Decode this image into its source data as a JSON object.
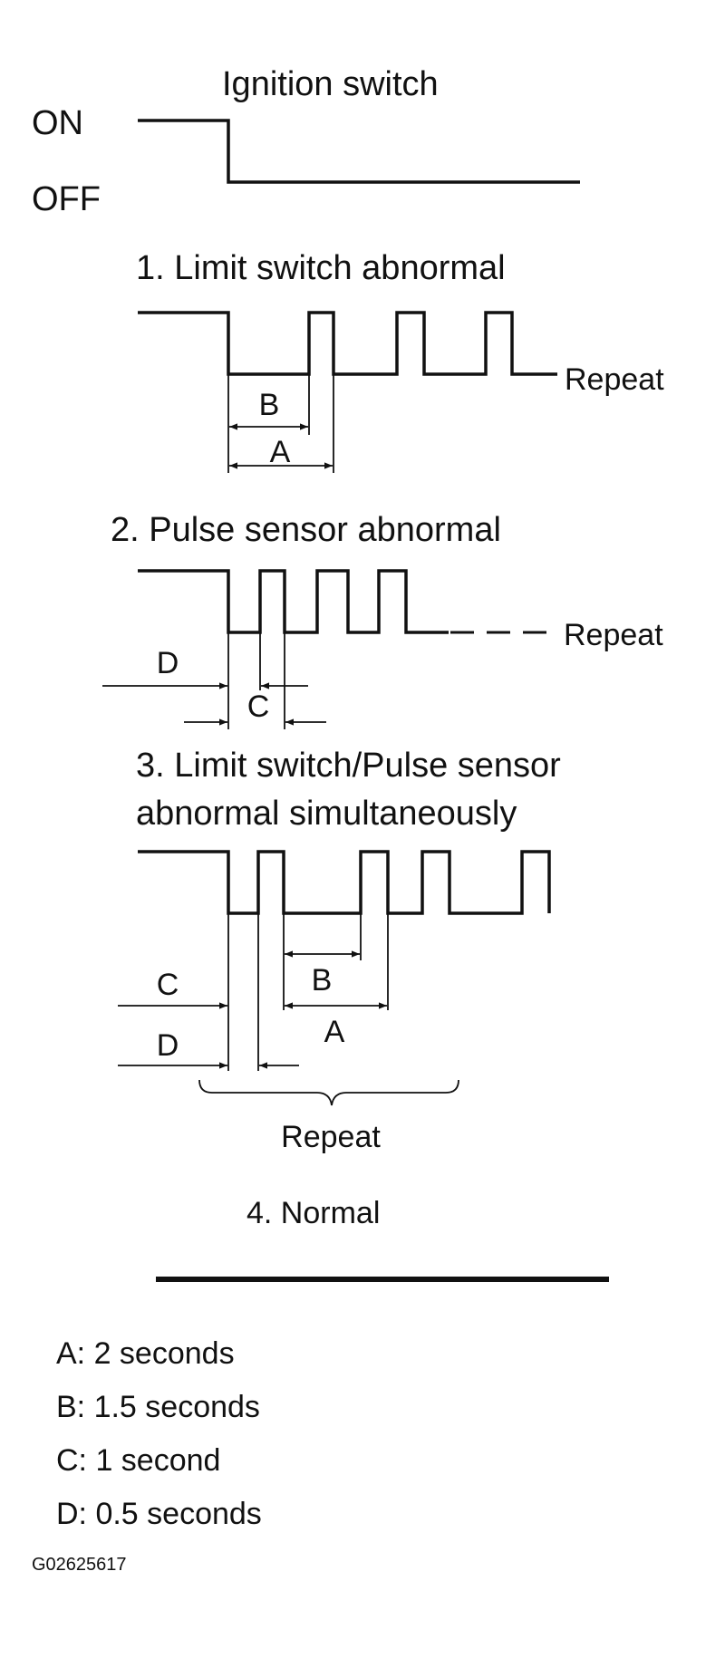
{
  "ignition": {
    "title": "Ignition switch",
    "on_label": "ON",
    "off_label": "OFF"
  },
  "sections": [
    {
      "title": "1. Limit switch abnormal",
      "repeat_label": "Repeat"
    },
    {
      "title": "2. Pulse sensor abnormal",
      "repeat_label": "Repeat"
    },
    {
      "title_line1": "3. Limit switch/Pulse sensor",
      "title_line2": "abnormal simultaneously",
      "repeat_label": "Repeat"
    },
    {
      "title": "4. Normal"
    }
  ],
  "interval_labels": {
    "a": "A",
    "b": "B",
    "c": "C",
    "d": "D"
  },
  "legend": [
    {
      "text": "A: 2 seconds"
    },
    {
      "text": "B: 1.5 seconds"
    },
    {
      "text": "C: 1 second"
    },
    {
      "text": "D: 0.5 seconds"
    }
  ],
  "figure_id": "G02625617"
}
